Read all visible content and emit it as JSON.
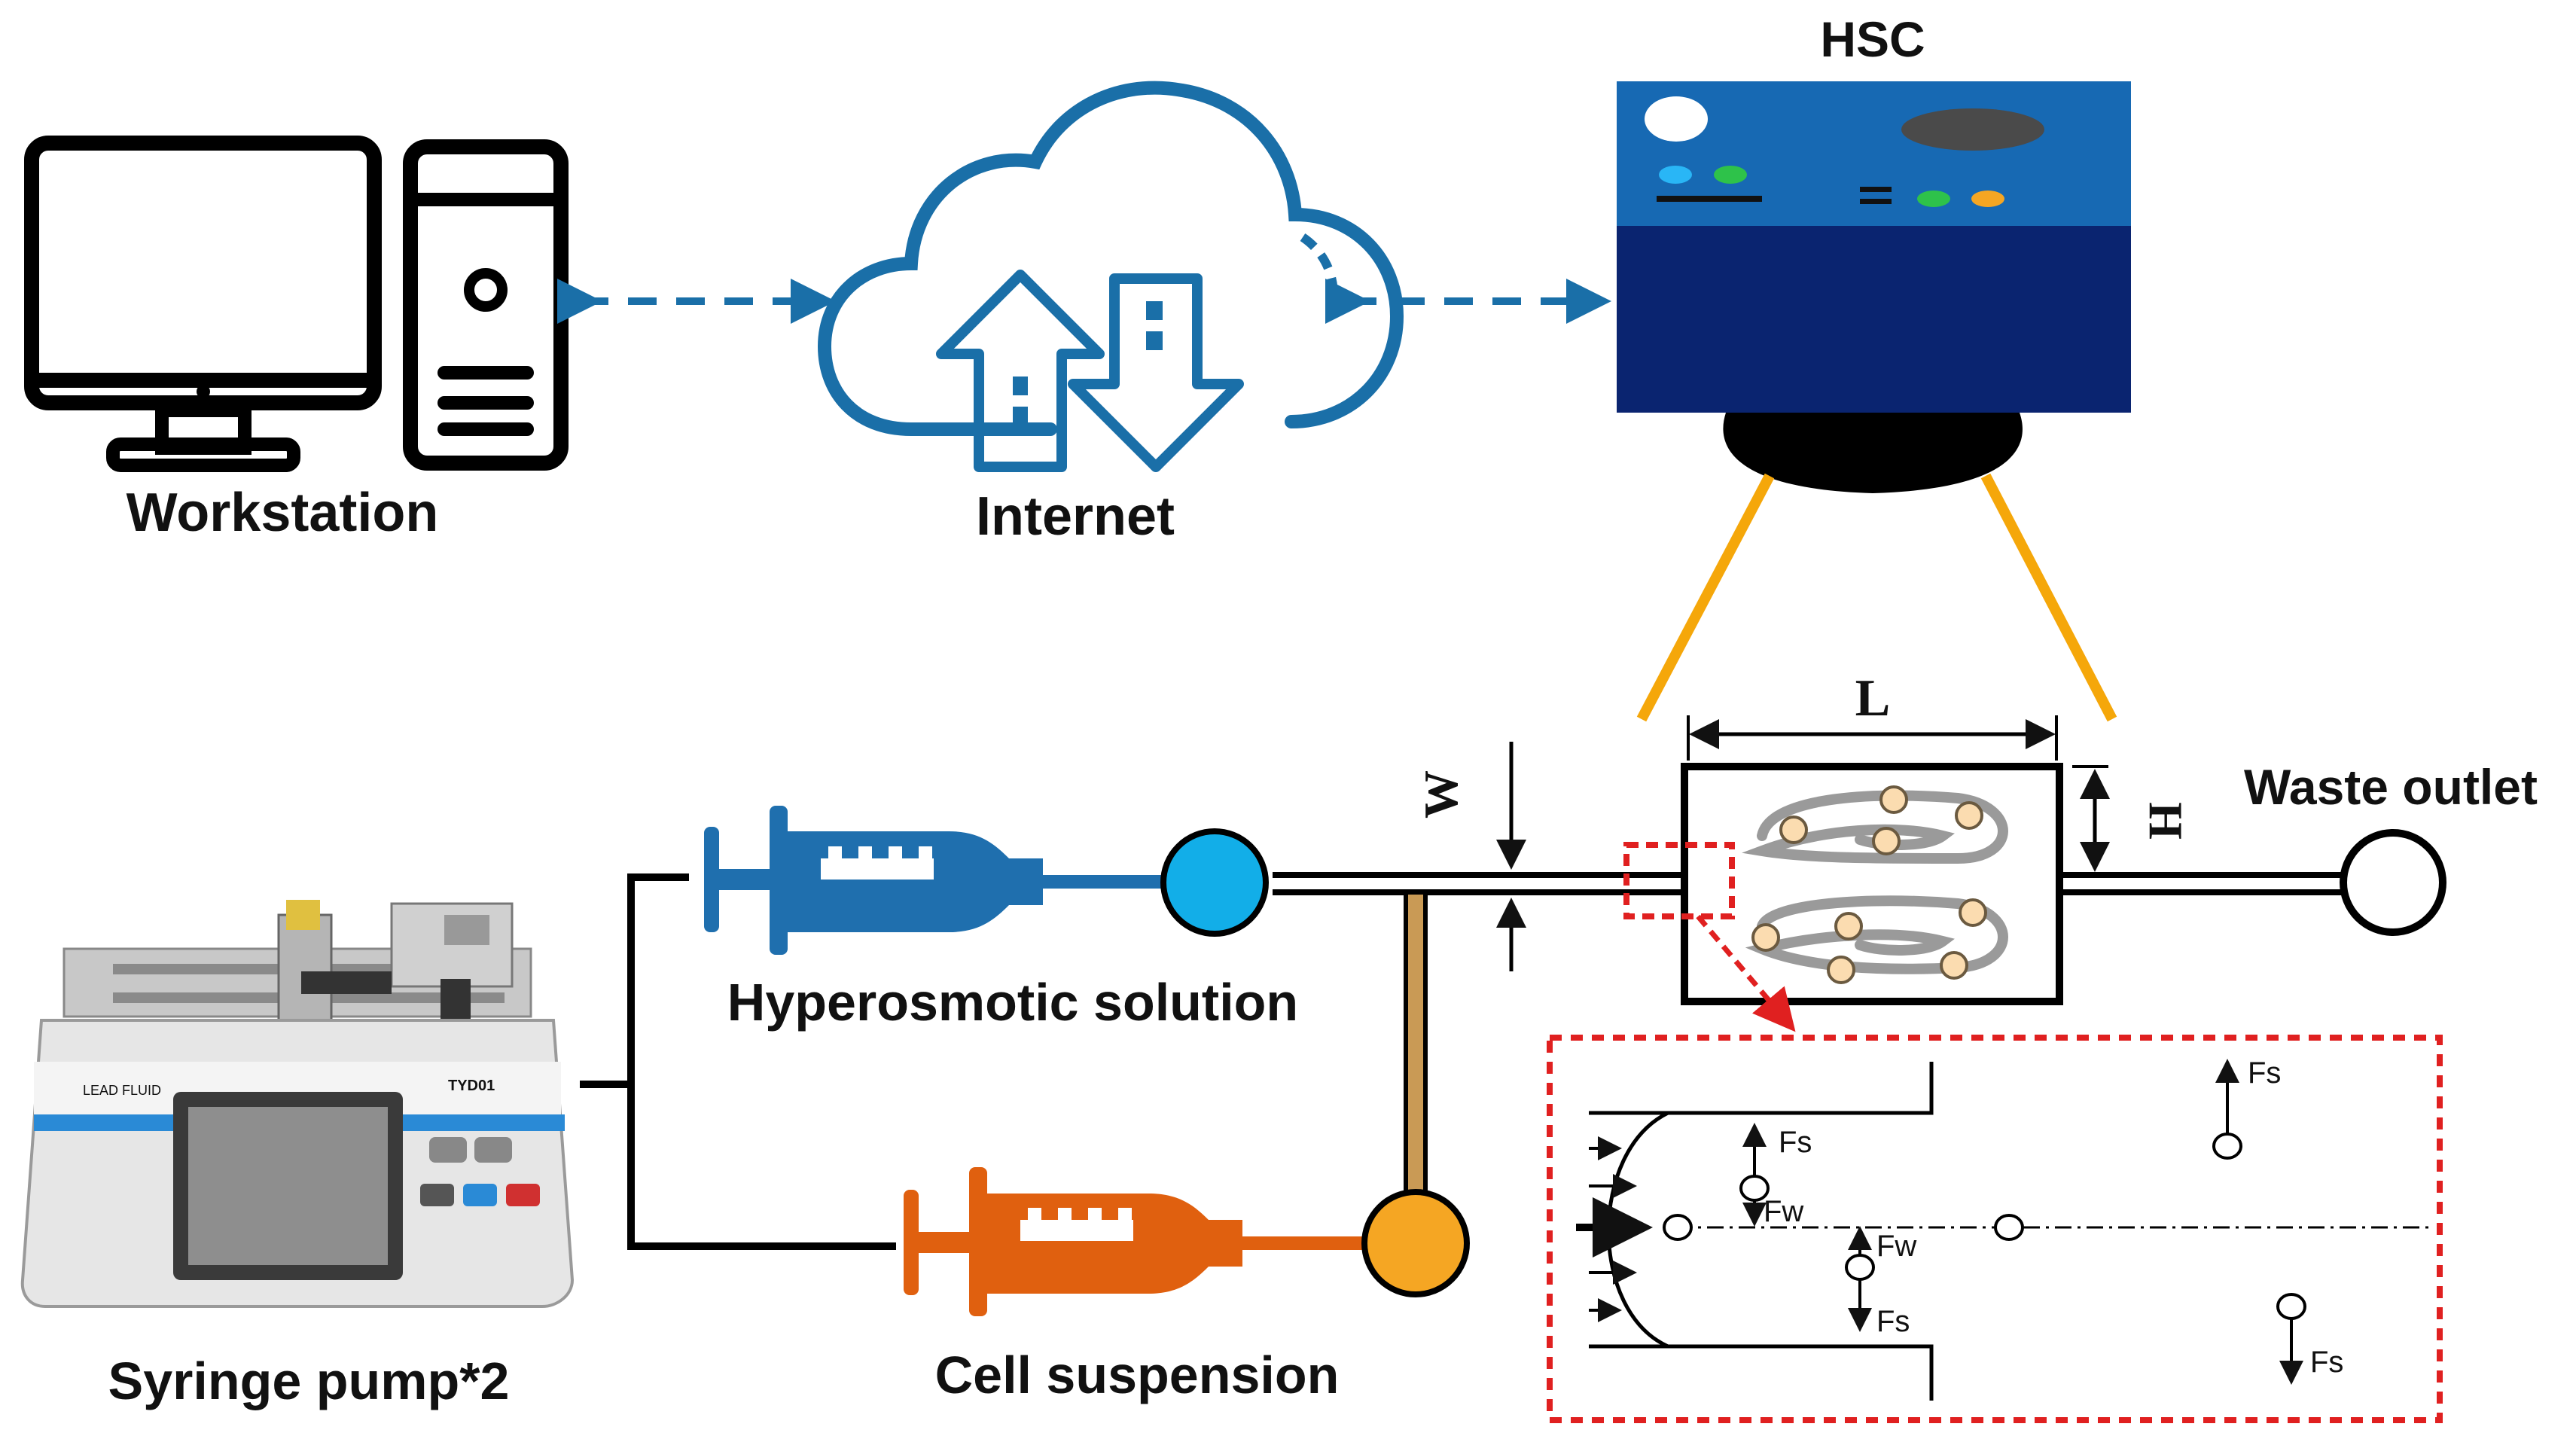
{
  "labels": {
    "workstation": "Workstation",
    "internet": "Internet",
    "hsc": "HSC",
    "waste_outlet": "Waste outlet",
    "hyperosmotic": "Hyperosmotic solution",
    "cell_suspension": "Cell suspension",
    "syringe_pump": "Syringe pump*2",
    "dim_L": "L",
    "dim_W": "W",
    "dim_H": "H",
    "pump_brand": "LEAD FLUID",
    "pump_model": "TYD01"
  },
  "forces": {
    "fs": "Fs",
    "fw": "Fw"
  },
  "colors": {
    "network_blue": "#1a6fa8",
    "hsc_top": "#1769b3",
    "hsc_bottom": "#0a2470",
    "syringe_blue": "#1f6fae",
    "syringe_orange": "#e0600f",
    "reservoir_blue": "#12aee8",
    "reservoir_orange": "#f5a623",
    "light_cone": "#f5a70a",
    "inset_border": "#e02020",
    "cell_fill": "#fbdcb0",
    "spiral_gray": "#9a9a9a"
  },
  "icons": [
    "monitor-icon",
    "tower-pc-icon",
    "cloud-icon",
    "upload-arrow-icon",
    "download-arrow-icon",
    "camera-icon",
    "syringe-icon",
    "syringe-pump-icon"
  ]
}
